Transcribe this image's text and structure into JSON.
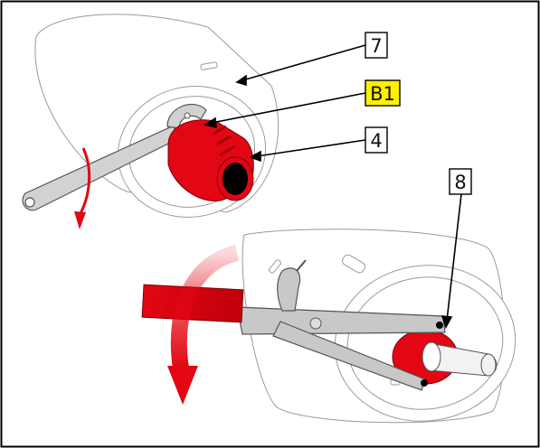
{
  "callouts": {
    "c7": {
      "label": "7",
      "highlight": false
    },
    "cB1": {
      "label": "B1",
      "highlight": true
    },
    "c4": {
      "label": "4",
      "highlight": false
    },
    "c8": {
      "label": "8",
      "highlight": false
    }
  },
  "colors": {
    "frame": "#000000",
    "part_red": "#e30613",
    "part_red_dark": "#a8000a",
    "highlight_yellow": "#ffef00",
    "tool_gray": "#c8c8c8",
    "tool_stroke": "#555555",
    "housing_stroke": "#9a9a9a"
  }
}
